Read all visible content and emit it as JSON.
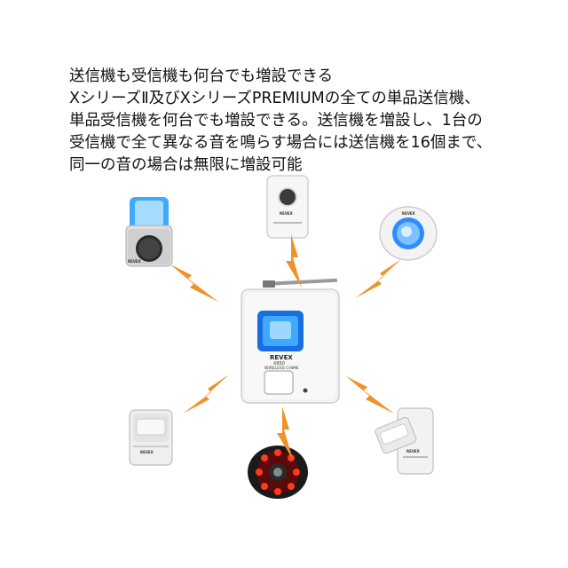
{
  "description_lines": [
    "送信機も受信機も何台でも増設できる",
    "XシリーズⅡ及びXシリーズPREMIUMの全ての単品送信機、",
    "単品受信機を何台でも増設できる。送信機を増設し、1台の",
    "受信機で全て異なる音を鳴らす場合には送信機を16個まで、",
    "同一の音の場合は無限に増設可能"
  ],
  "center_unit": {
    "brand": "REVEX",
    "model": "X850",
    "subtitle": "WIRELESS CHIME"
  },
  "devices": {
    "top_left": {
      "brand": "REVEX"
    },
    "top_center": {
      "brand": "REVEX"
    },
    "top_right": {
      "brand": "REVEX"
    },
    "left": {
      "brand": "REVEX"
    },
    "right": {
      "brand": "REVEX"
    }
  },
  "colors": {
    "accent_orange": "#f2a23a",
    "bolt_orange": "#f0922a",
    "blue_light": "#3aa0ff",
    "red_light": "#ff3a1a",
    "device_white": "#f4f4f4"
  }
}
